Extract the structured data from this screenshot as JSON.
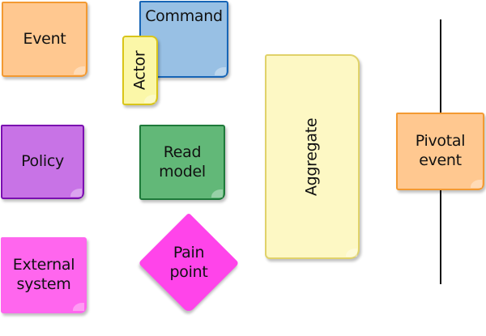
{
  "stickies": {
    "event": {
      "label": "Event",
      "fill": "#ffc890",
      "border": "#f39a32"
    },
    "command": {
      "label": "Command",
      "fill": "#98c0e4",
      "border": "#1765b6"
    },
    "actor": {
      "label": "Actor",
      "fill": "#fbf7a8",
      "border": "#d9c51a"
    },
    "policy": {
      "label": "Policy",
      "fill": "#c873e6",
      "border": "#7a10b0"
    },
    "read_model": {
      "line1": "Read",
      "line2": "model",
      "fill": "#62b878",
      "border": "#1e7a3a"
    },
    "external_system": {
      "line1": "External",
      "line2": "system",
      "fill": "#ff66ee",
      "border": "#ff66ee"
    },
    "pain_point": {
      "line1": "Pain",
      "line2": "point",
      "fill": "#ff44ea",
      "border": "#ff44ea"
    },
    "aggregate": {
      "label": "Aggregate",
      "fill": "#fdf8c4",
      "border": "#e0d26a"
    },
    "pivotal_event": {
      "line1": "Pivotal",
      "line2": "event",
      "fill": "#ffc890",
      "border": "#f39a32"
    }
  },
  "timeline_color": "#111111"
}
